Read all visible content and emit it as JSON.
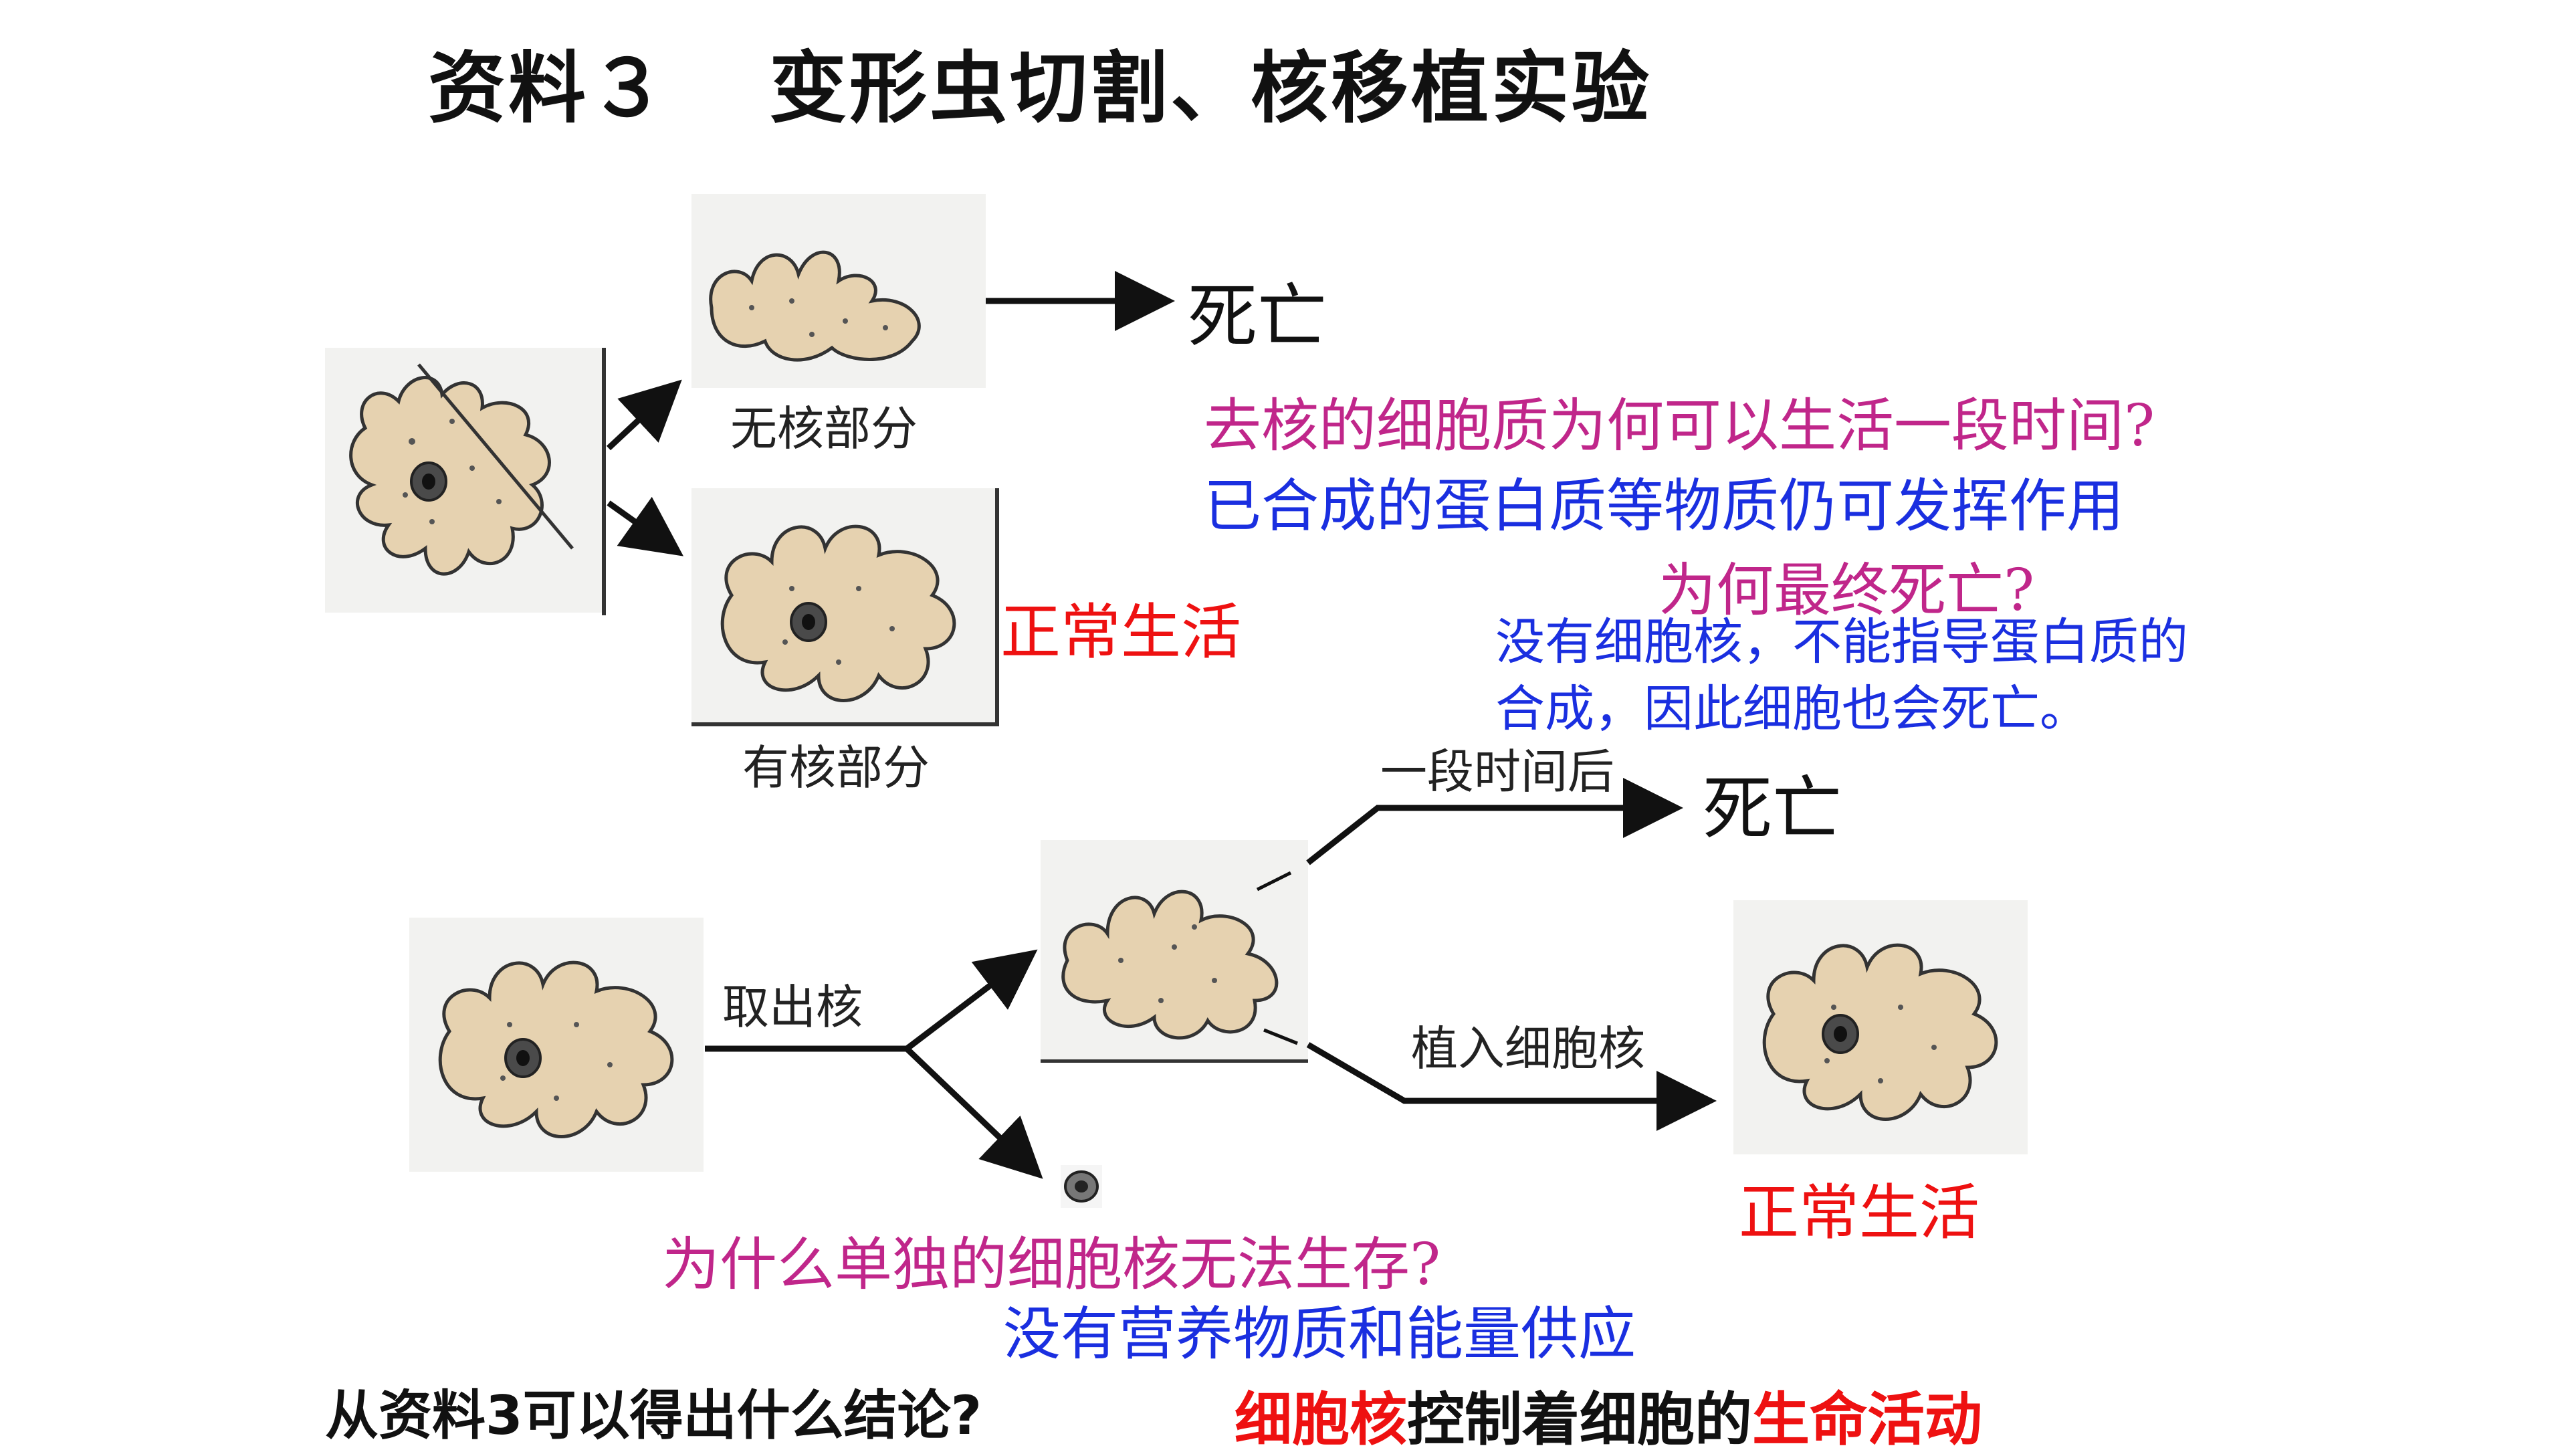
{
  "title": {
    "part1": "资料３",
    "part2": "变形虫切割、核移植实验"
  },
  "experiment1": {
    "no_nucleus_label": "无核部分",
    "with_nucleus_label": "有核部分",
    "death_label": "死亡",
    "normal_label": "正常生活",
    "question1": "去核的细胞质为何可以生活一段时间?",
    "answer1": "已合成的蛋白质等物质仍可发挥作用",
    "question2": "为何最终死亡?",
    "answer2_line1": "没有细胞核，不能指导蛋白质的",
    "answer2_line2": "合成，因此细胞也会死亡。"
  },
  "experiment2": {
    "remove_nucleus_label": "取出核",
    "after_time_label": "一段时间后",
    "death_label": "死亡",
    "implant_label": "植入细胞核",
    "normal_label": "正常生活",
    "question": "为什么单独的细胞核无法生存?",
    "answer": "没有营养物质和能量供应"
  },
  "conclusion": {
    "question": "从资料3可以得出什么结论?",
    "answer_part1": "细胞核",
    "answer_part2": "控制着细胞的",
    "answer_part3": "生命活动"
  },
  "colors": {
    "question": "#c0268a",
    "answer": "#1a2fe0",
    "highlight": "#e11111",
    "cell_fill": "#e6d2b0"
  },
  "icons": {
    "cell": "amoeba-icon",
    "nucleus": "nucleus-icon"
  }
}
